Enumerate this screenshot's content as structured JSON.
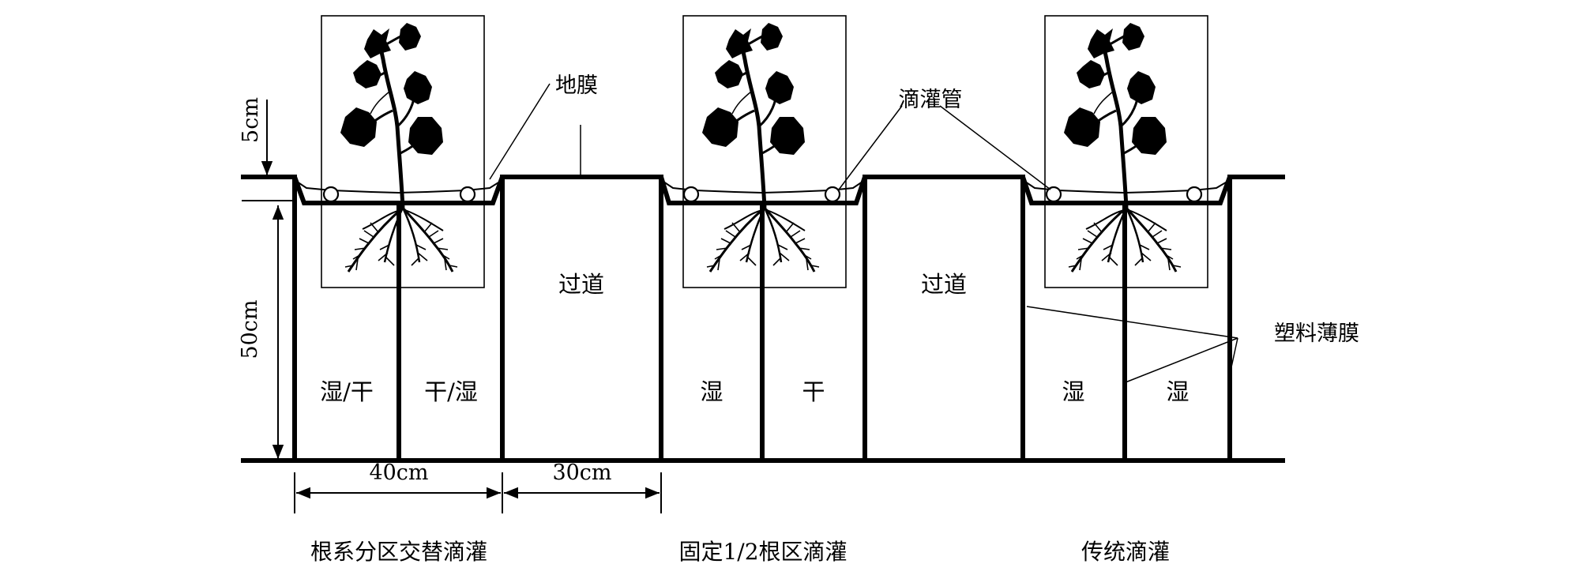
{
  "labels": {
    "mulch": "地膜",
    "drip_tube": "滴灌管",
    "plastic_film": "塑料薄膜",
    "dim_5cm": "5cm",
    "dim_50cm": "50cm",
    "dim_40cm": "40cm",
    "dim_30cm": "30cm",
    "passage_1": "过道",
    "passage_2": "过道"
  },
  "zones": {
    "alt_left": "湿/干",
    "alt_right": "干/湿",
    "fixed_left": "湿",
    "fixed_right": "干",
    "trad_left": "湿",
    "trad_right": "湿"
  },
  "treatments": {
    "alternate": "根系分区交替滴灌",
    "fixed": "固定1/2根区滴灌",
    "traditional": "传统滴灌"
  },
  "icons": [
    "plant-icon",
    "drip-tube-icon"
  ]
}
